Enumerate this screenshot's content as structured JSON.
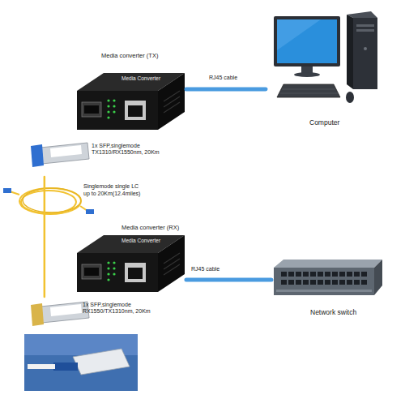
{
  "diagram": {
    "nodes": [
      {
        "text": [
          "Media converter (TX)",
          "Media Converter"
        ]
      },
      {
        "text": [
          "1x SFP,singlemode TX1310/RX1550nm, 20Km"
        ]
      },
      {
        "text": [
          "Computer"
        ]
      },
      {
        "text": [
          "Media converter (RX)",
          "Media Converter"
        ]
      },
      {
        "text": [
          "1x SFP,singlemode RX1550/TX1310nm, 20Km"
        ]
      },
      {
        "text": [
          "Network switch"
        ]
      }
    ],
    "edges": [
      {
        "from": 0,
        "to": 2,
        "label": "RJ45 cable",
        "arrow": "none"
      },
      {
        "from": 1,
        "to": 4,
        "label": "Singlemode single LC up to 20Km(12.4miles)",
        "arrow": "none"
      },
      {
        "from": 3,
        "to": 5,
        "label": "RJ45 cable",
        "arrow": "none"
      }
    ]
  }
}
